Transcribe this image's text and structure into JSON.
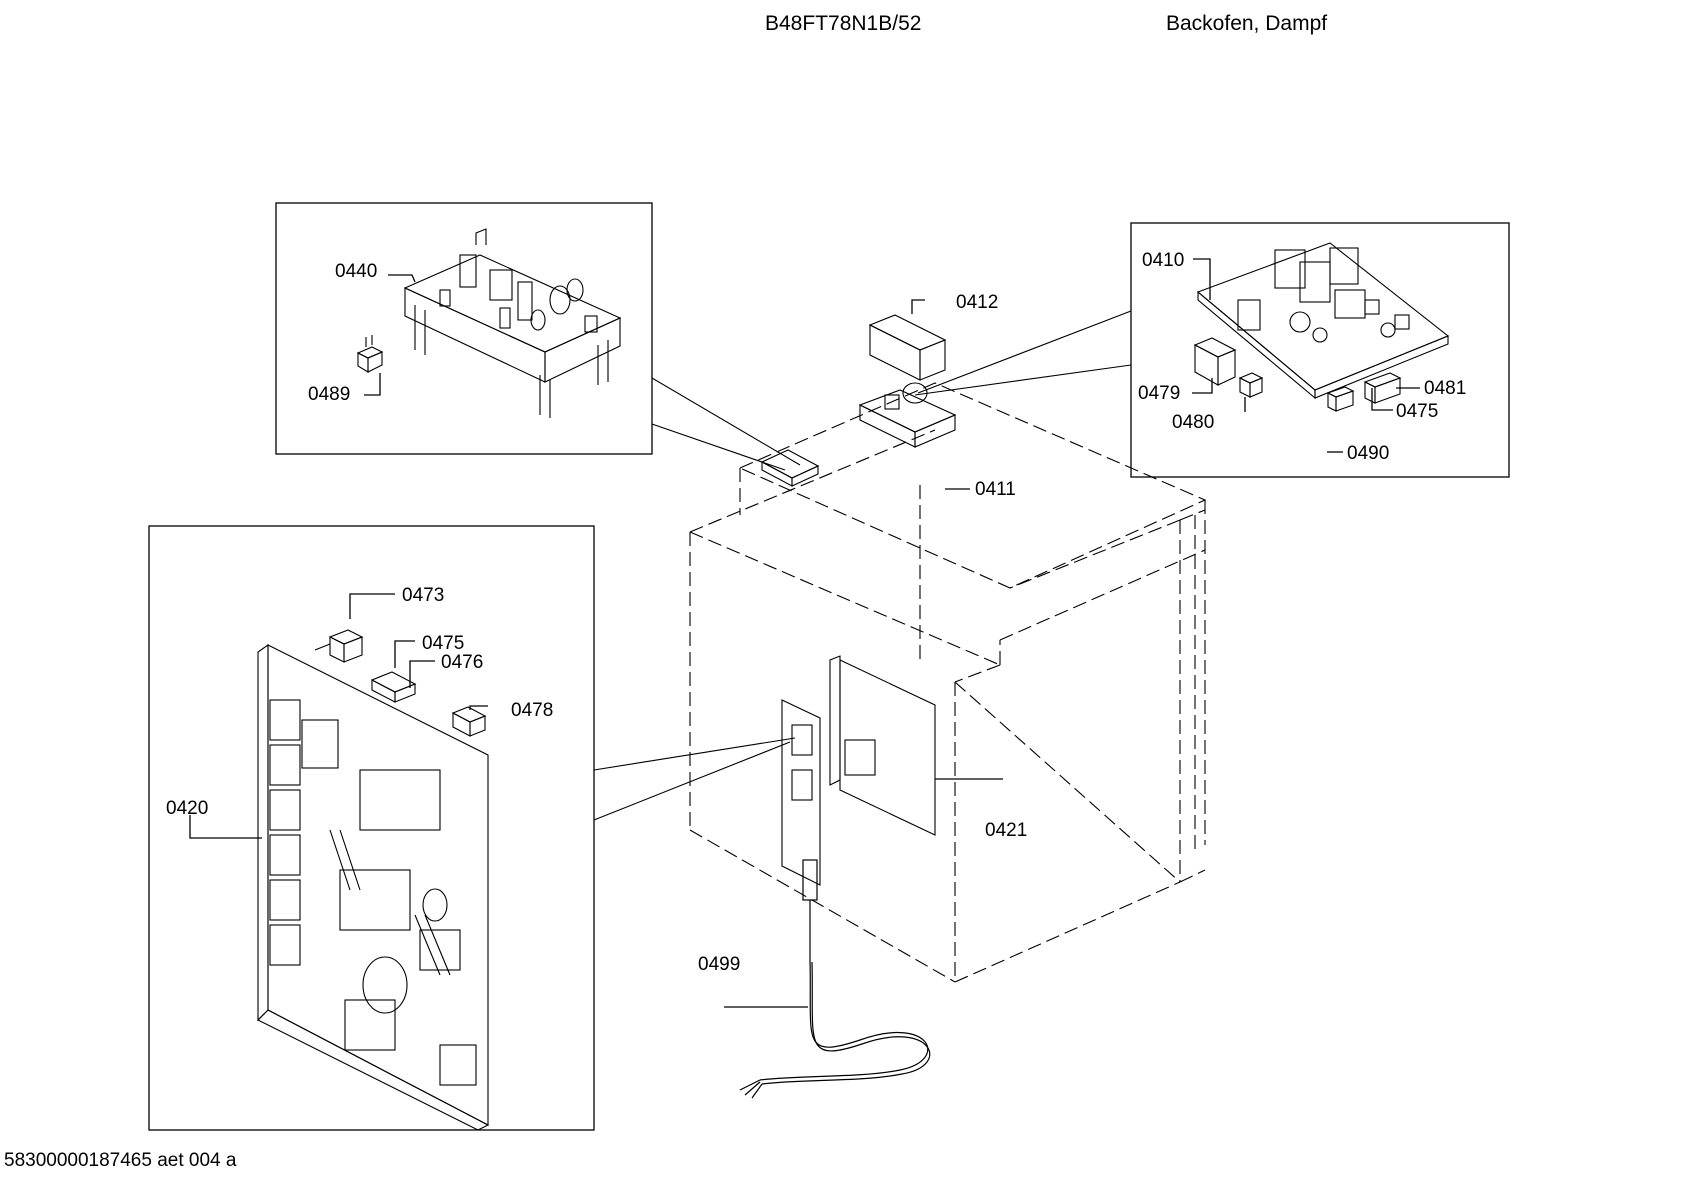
{
  "header": {
    "model": "B48FT78N1B/52",
    "description": "Backofen, Dampf"
  },
  "footer": {
    "doc_id": "58300000187465 aet 004 a"
  },
  "callouts": {
    "c0440": "0440",
    "c0489": "0489",
    "c0410": "0410",
    "c0412": "0412",
    "c0479": "0479",
    "c0480": "0480",
    "c0481": "0481",
    "c0475b": "0475",
    "c0490": "0490",
    "c0411": "0411",
    "c0473": "0473",
    "c0475": "0475",
    "c0476": "0476",
    "c0478": "0478",
    "c0420": "0420",
    "c0421": "0421",
    "c0499": "0499"
  }
}
